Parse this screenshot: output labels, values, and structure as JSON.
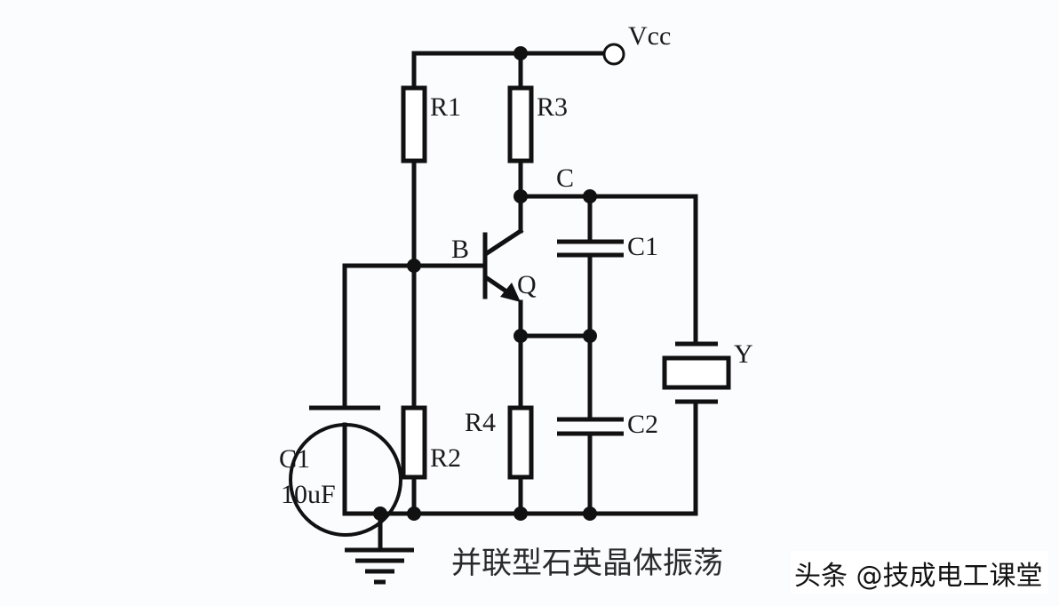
{
  "diagram": {
    "title": "并联型石英晶体振荡",
    "labels": {
      "vcc": "Vcc",
      "r1": "R1",
      "r2": "R2",
      "r3": "R3",
      "r4": "R4",
      "c_node": "C",
      "b_node": "B",
      "transistor": "Q",
      "c1": "C1",
      "c2": "C2",
      "crystal": "Y",
      "c1_electrolytic": "C1",
      "c1_value": "10uF"
    },
    "watermark": "头条 @技成电工课堂"
  }
}
